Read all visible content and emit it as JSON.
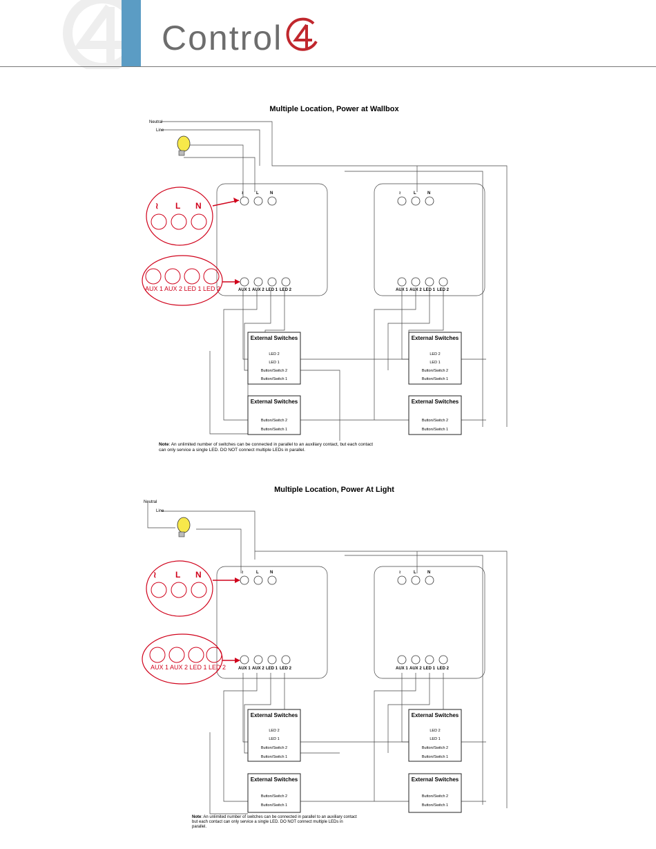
{
  "header": {
    "brand": "Control",
    "brand_color": "#6d6d6d",
    "accent_color": "#c0272d",
    "bar_color": "#5b9cc4"
  },
  "diagram1": {
    "title": "Multiple Location, Power at Wallbox",
    "neutral": "Neutral",
    "line": "Line",
    "terminals_top": [
      "≀",
      "L",
      "N"
    ],
    "terminals_bottom": [
      "AUX 1",
      "AUX 2",
      "LED 1",
      "LED 2"
    ],
    "callout_top": [
      "≀",
      "L",
      "N"
    ],
    "callout_bottom": "AUX 1 AUX 2 LED 1 LED 2",
    "box_title": "External Switches",
    "box_a_lines": [
      "LED 2",
      "LED 1",
      "Button/Switch 2",
      "Button/Switch 1"
    ],
    "box_b_lines": [
      "Button/Switch 2",
      "Button/Switch 1"
    ],
    "note_label": "Note",
    "note_text": ": An unlimited number of switches can be connected in parallel to an auxiliary contact, but each contact can only service a single LED. DO NOT connect multiple LEDs in parallel."
  },
  "diagram2": {
    "title": "Multiple Location, Power At Light",
    "neutral": "Neutral",
    "line": "Line",
    "note_label": "Note",
    "note_text": ": An unlimited number of switches can be connected in parallel to an auxiliary contact but each contact can only service a single LED. DO NOT connect multiple LEDs in parallel."
  }
}
